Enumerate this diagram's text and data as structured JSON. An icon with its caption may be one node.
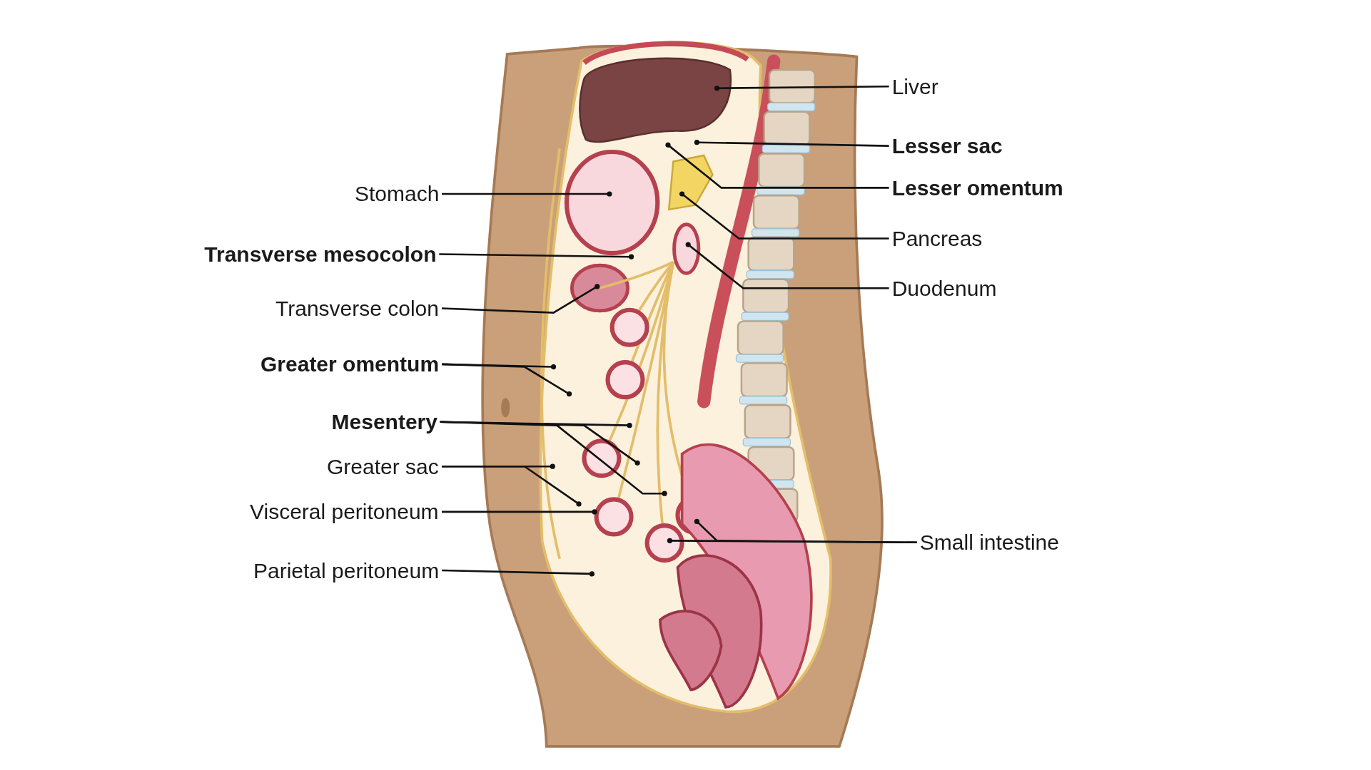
{
  "diagram": {
    "nodes": [
      {
        "text": [
          "Liver"
        ]
      },
      {
        "text": [
          "Lesser sac"
        ]
      },
      {
        "text": [
          "Lesser omentum"
        ]
      },
      {
        "text": [
          "Stomach"
        ]
      },
      {
        "text": [
          "Pancreas"
        ]
      },
      {
        "text": [
          "Transverse mesocolon"
        ]
      },
      {
        "text": [
          "Duodenum"
        ]
      },
      {
        "text": [
          "Transverse colon"
        ]
      },
      {
        "text": [
          "Greater omentum"
        ]
      },
      {
        "text": [
          "Mesentery"
        ]
      },
      {
        "text": [
          "Greater sac"
        ]
      },
      {
        "text": [
          "Visceral peritoneum"
        ]
      },
      {
        "text": [
          "Small intestine"
        ]
      },
      {
        "text": [
          "Parietal peritoneum"
        ]
      }
    ],
    "edges": [
      {
        "from": 0,
        "to": null,
        "arrow": "other"
      },
      {
        "from": 1,
        "to": null,
        "arrow": "other"
      },
      {
        "from": 2,
        "to": null,
        "arrow": "other"
      },
      {
        "from": 3,
        "to": null,
        "arrow": "other"
      },
      {
        "from": 4,
        "to": null,
        "arrow": "other"
      },
      {
        "from": 5,
        "to": null,
        "arrow": "other"
      },
      {
        "from": 6,
        "to": null,
        "arrow": "other"
      },
      {
        "from": 7,
        "to": null,
        "arrow": "other"
      },
      {
        "from": 8,
        "to": null,
        "arrow": "other"
      },
      {
        "from": 8,
        "to": null,
        "arrow": "other"
      },
      {
        "from": 9,
        "to": null,
        "arrow": "other"
      },
      {
        "from": 9,
        "to": null,
        "arrow": "other"
      },
      {
        "from": 9,
        "to": null,
        "arrow": "other"
      },
      {
        "from": 10,
        "to": null,
        "arrow": "other"
      },
      {
        "from": 10,
        "to": null,
        "arrow": "other"
      },
      {
        "from": 11,
        "to": null,
        "arrow": "other"
      },
      {
        "from": 12,
        "to": null,
        "arrow": "other"
      },
      {
        "from": 12,
        "to": null,
        "arrow": "other"
      },
      {
        "from": 13,
        "to": null,
        "arrow": "other"
      }
    ]
  }
}
